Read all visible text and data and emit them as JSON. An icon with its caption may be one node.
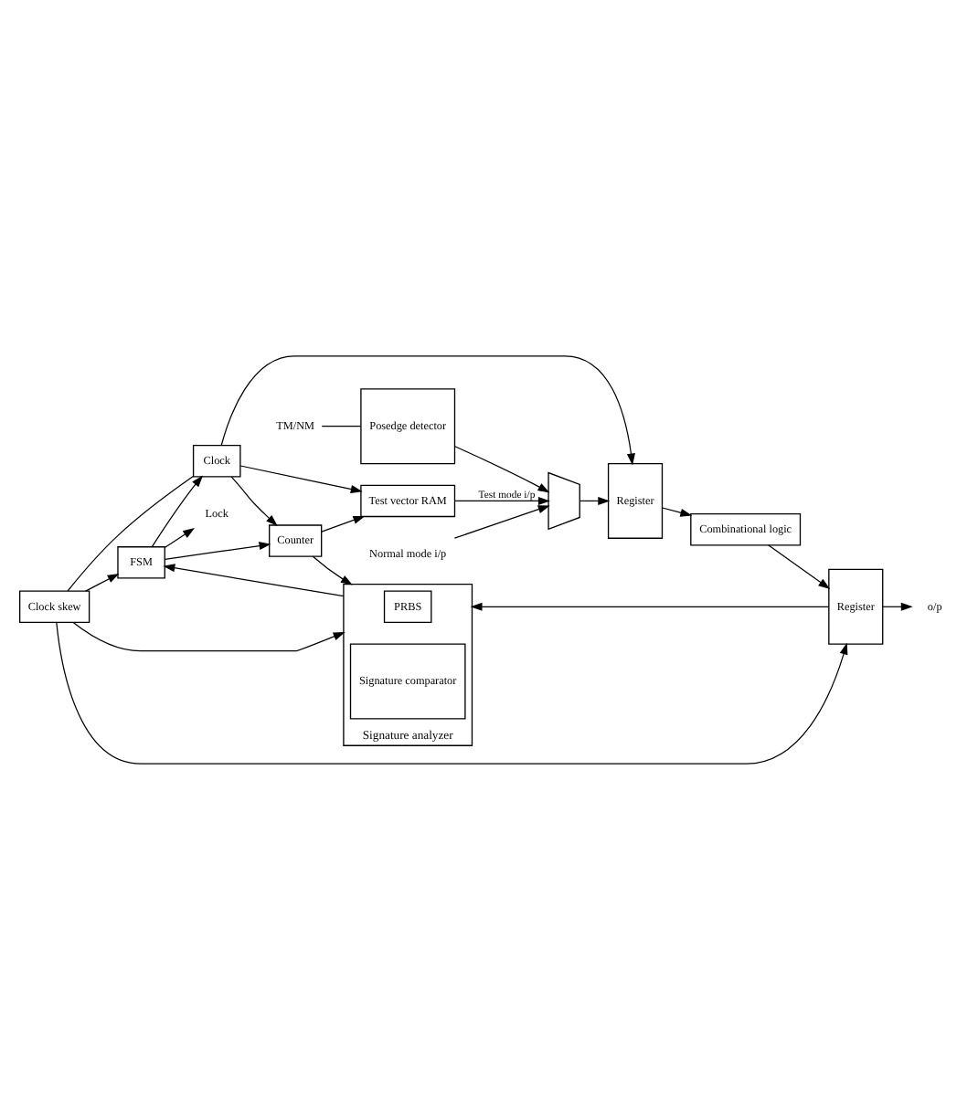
{
  "diagram": {
    "nodes": [
      {
        "text": [
          "Normal mode i/p"
        ]
      },
      {
        "text": [],
        "shape": "trapezoid"
      },
      {
        "text": [
          "Register"
        ]
      },
      {
        "text": [
          "Combinational logic"
        ]
      },
      {
        "text": [
          "Register"
        ]
      },
      {
        "text": [
          "o/p"
        ]
      },
      {
        "text": [
          "TM/NM"
        ]
      },
      {
        "text": [
          "Posedge detector"
        ]
      },
      {
        "text": [
          "Test vector RAM"
        ]
      },
      {
        "text": [
          "Clock"
        ]
      },
      {
        "text": [
          "Clock skew"
        ]
      },
      {
        "text": [
          "Counter"
        ]
      },
      {
        "text": [
          "FSM"
        ]
      },
      {
        "text": [
          "Lock"
        ]
      },
      {
        "text": [
          "Signature analyzer"
        ]
      },
      {
        "text": [
          "PRBS"
        ],
        "in": 14
      },
      {
        "text": [
          "Signature comparator"
        ],
        "in": 14
      }
    ],
    "edges": [
      {
        "from": 0,
        "to": 1,
        "arrow": "to"
      },
      {
        "from": 8,
        "to": 1,
        "arrow": "to",
        "label": "Test mode i/p"
      },
      {
        "from": 6,
        "to": 7,
        "arrow": "none"
      },
      {
        "from": 7,
        "to": 1,
        "arrow": "to"
      },
      {
        "from": 1,
        "to": 2,
        "arrow": "to"
      },
      {
        "from": 2,
        "to": 3,
        "arrow": "to"
      },
      {
        "from": 3,
        "to": 4,
        "arrow": "to"
      },
      {
        "from": 4,
        "to": 5,
        "arrow": "to"
      },
      {
        "from": 4,
        "to": 14,
        "arrow": "to"
      },
      {
        "from": 9,
        "to": 2,
        "arrow": "to"
      },
      {
        "from": 9,
        "to": 8,
        "arrow": "to"
      },
      {
        "from": 9,
        "to": 11,
        "arrow": "to"
      },
      {
        "from": 9,
        "to": 10,
        "arrow": "none"
      },
      {
        "from": 10,
        "to": 4,
        "arrow": "to"
      },
      {
        "from": 10,
        "to": 14,
        "arrow": "to"
      },
      {
        "from": 10,
        "to": 12,
        "arrow": "to"
      },
      {
        "from": 11,
        "to": 14,
        "arrow": "to"
      },
      {
        "from": 11,
        "to": 8,
        "arrow": "to"
      },
      {
        "from": 12,
        "to": 9,
        "arrow": "to"
      },
      {
        "from": 12,
        "to": 11,
        "arrow": "to"
      },
      {
        "from": 12,
        "to": 13,
        "arrow": "to"
      },
      {
        "from": 14,
        "to": 12,
        "arrow": "to"
      }
    ]
  }
}
